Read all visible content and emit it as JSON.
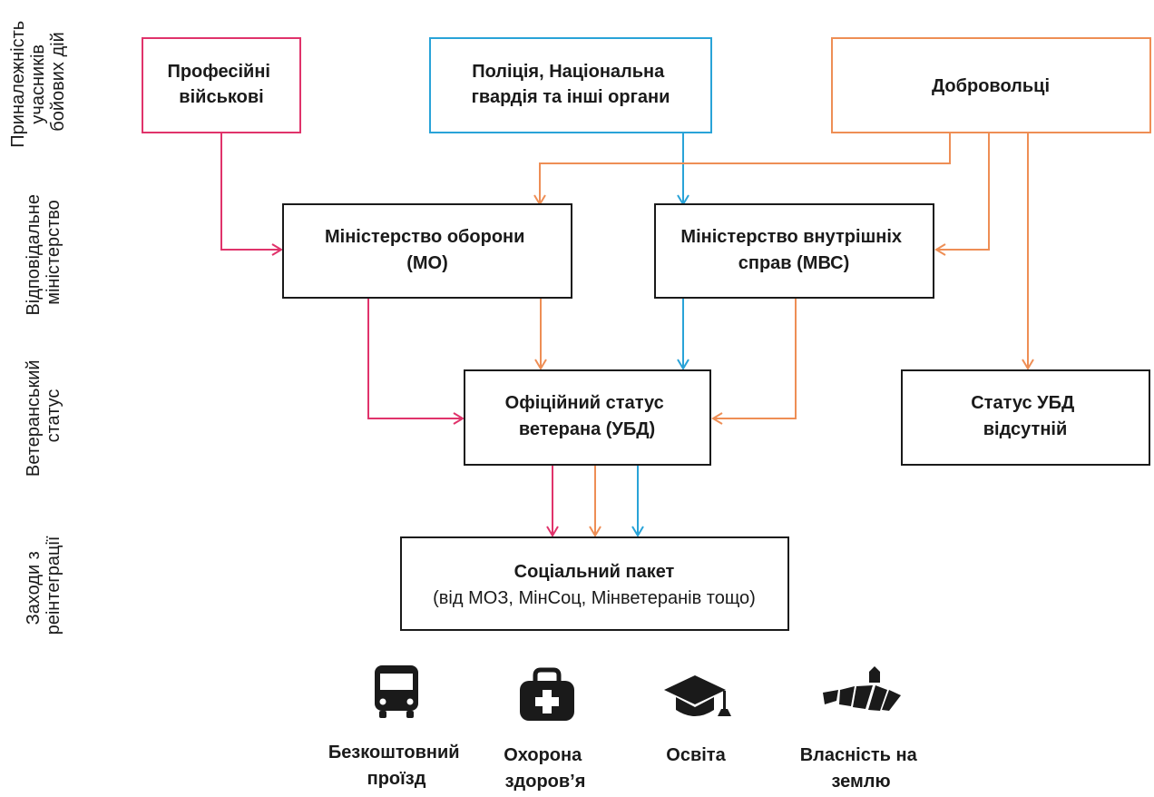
{
  "colors": {
    "professional": "#e0336b",
    "police": "#29a3d8",
    "volunteers": "#ee8e55",
    "neutral": "#1a1a1a"
  },
  "row_labels": {
    "affiliation": [
      "Приналежність",
      "учасників",
      "бойових дій"
    ],
    "ministry": [
      "Відповідальне",
      "міністерство"
    ],
    "status": [
      "Ветеранський",
      "статус"
    ],
    "reintegration": [
      "Заходи з",
      "реінтеграції"
    ]
  },
  "nodes": {
    "professional": [
      "Професійні",
      "військові"
    ],
    "police": [
      "Поліція, Національна",
      "гвардія та інші органи"
    ],
    "volunteers": [
      "Добровольці"
    ],
    "mod": [
      "Міністерство оборони",
      "(МО)"
    ],
    "mvs": [
      "Міністерство внутрішніх",
      "справ (МВС)"
    ],
    "official_status": [
      "Офіційний статус",
      "ветерана (УБД)"
    ],
    "no_status": [
      "Статус УБД",
      "відсутній"
    ],
    "social_package": {
      "title": "Соціальний пакет",
      "subtitle": "(від МОЗ, МінСоц, Мінветеранів тощо)"
    }
  },
  "benefits": [
    {
      "icon": "bus-icon",
      "label": [
        "Безкоштовний",
        "проїзд"
      ]
    },
    {
      "icon": "medical-kit-icon",
      "label": [
        "Охорона",
        "здоров’я"
      ]
    },
    {
      "icon": "graduation-cap-icon",
      "label": [
        "Освіта"
      ]
    },
    {
      "icon": "land-icon",
      "label": [
        "Власність на",
        "землю"
      ]
    }
  ]
}
